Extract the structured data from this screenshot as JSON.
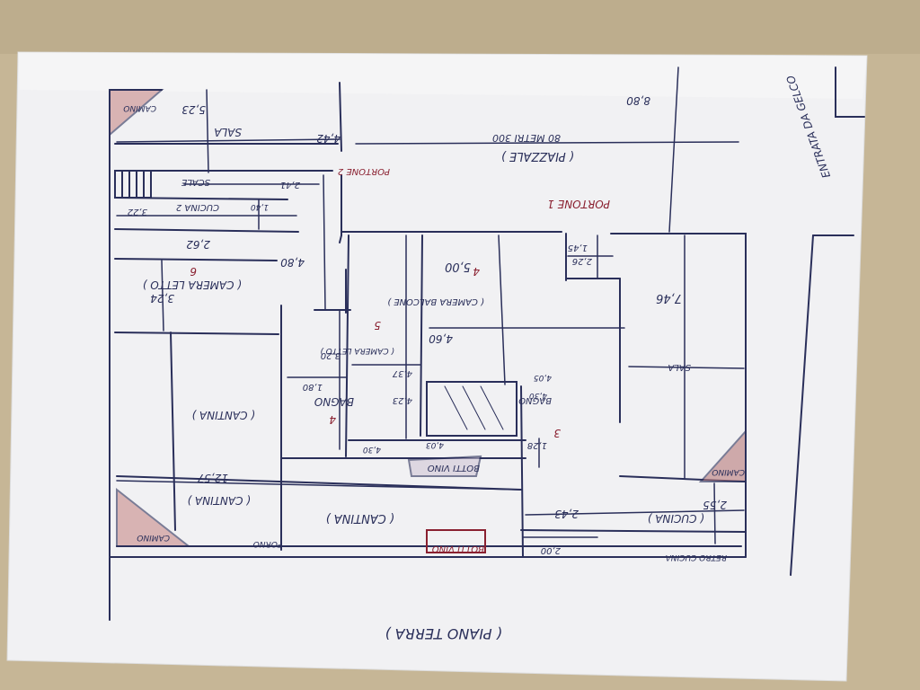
{
  "photo": {
    "subject": "hand-drawn floor plan sketch on paper",
    "ink_color": "#2a2f5a",
    "accent_ink_color": "#8a2030",
    "paper_color": "#f2f2f4",
    "background_color": "#c9b99a"
  },
  "plan": {
    "title": "( PIANO TERRA )",
    "street": "ENTRATA DA GELCO",
    "rooms": {
      "sala_top": "SALA",
      "cucina_2": "CUCINA 2",
      "scale": "SCALE",
      "camera_6": "( CAMERA LETTO )",
      "camera_6_number": "6",
      "cantina_1": "( CANTINA )",
      "cantina_2": "( CANTINA )",
      "cantina_3": "( CANTINA )",
      "bagno_4": "BAGNO",
      "bagno_4_number": "4",
      "camera_5": "( CAMERA LETTO )",
      "camera_5_number": "5",
      "camera_balcone": "( CAMERA BALCONE )",
      "camera_balcone_number": "4",
      "bagno_3": "BAGNO",
      "bagno_3_number": "3",
      "sala_right": "SALA",
      "cucina_right": "( CUCINA )",
      "piazzale": "( PIAZZALE )",
      "piazzale_area": "80 METRI 300",
      "portone_1": "PORTONE 1",
      "portone_2": "PORTONE 2",
      "botti_vino_1": "BOTTI VINO",
      "botti_vino_2": "BOTTI VINO",
      "camino_1": "CAMINO",
      "camino_2": "CAMINO",
      "camino_3": "CAMINO",
      "forno": "FORNO",
      "retro_cucina": "RETRO CUCINA"
    },
    "dimensions": [
      "4,42",
      "5,23",
      "2,41",
      "1,40",
      "3,22",
      "2,62",
      "4,80",
      "3,24",
      "3,20",
      "1,80",
      "4,37",
      "4,23",
      "4,30",
      "4,03",
      "4,60",
      "5,00",
      "7,46",
      "1,45",
      "2,26",
      "8,80",
      "12,57",
      "2,43",
      "2,55",
      "2,00",
      "1,28",
      "4,30",
      "4,05"
    ]
  }
}
